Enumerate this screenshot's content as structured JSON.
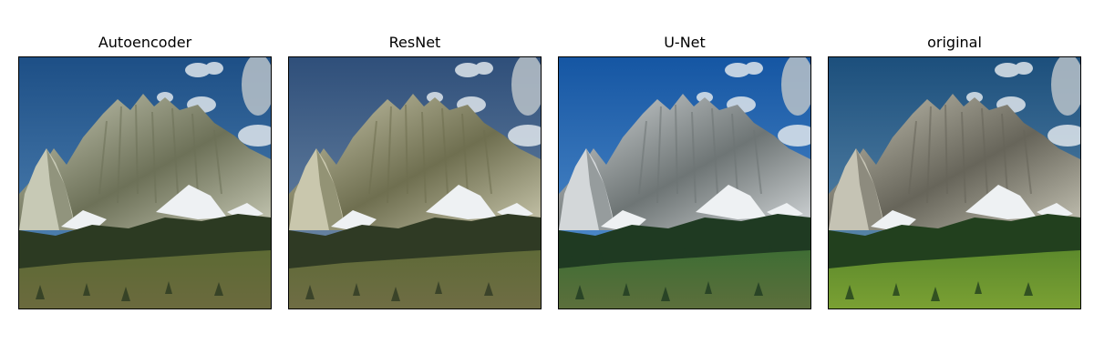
{
  "figure": {
    "panels": [
      {
        "title": "Autoencoder",
        "image": {
          "subject": "mountain-landscape",
          "sky_top": "#1d4f86",
          "sky_bottom": "#5d8fbd",
          "rock_light": "#c7c9b5",
          "rock_dark": "#6d7158",
          "forest": "#2c3a22",
          "meadow": "#5d6a34",
          "ground": "#6b6a3e"
        }
      },
      {
        "title": "ResNet",
        "image": {
          "subject": "mountain-landscape",
          "sky_top": "#2f4f7a",
          "sky_bottom": "#7b95b0",
          "rock_light": "#c9c7ad",
          "rock_dark": "#6f6f50",
          "forest": "#2f3a24",
          "meadow": "#5f6a38",
          "ground": "#6f6d44"
        }
      },
      {
        "title": "U-Net",
        "image": {
          "subject": "mountain-landscape",
          "sky_top": "#1556a3",
          "sky_bottom": "#5f99d4",
          "rock_light": "#d3d7d9",
          "rock_dark": "#6e7575",
          "forest": "#1f3a22",
          "meadow": "#3f6d34",
          "ground": "#5c6f3c"
        }
      },
      {
        "title": "original",
        "image": {
          "subject": "mountain-landscape",
          "sky_top": "#1c4f7c",
          "sky_bottom": "#6d98b8",
          "rock_light": "#c5c3b4",
          "rock_dark": "#67655a",
          "forest": "#22401e",
          "meadow": "#5d8a2c",
          "ground": "#7aa033"
        }
      }
    ]
  }
}
